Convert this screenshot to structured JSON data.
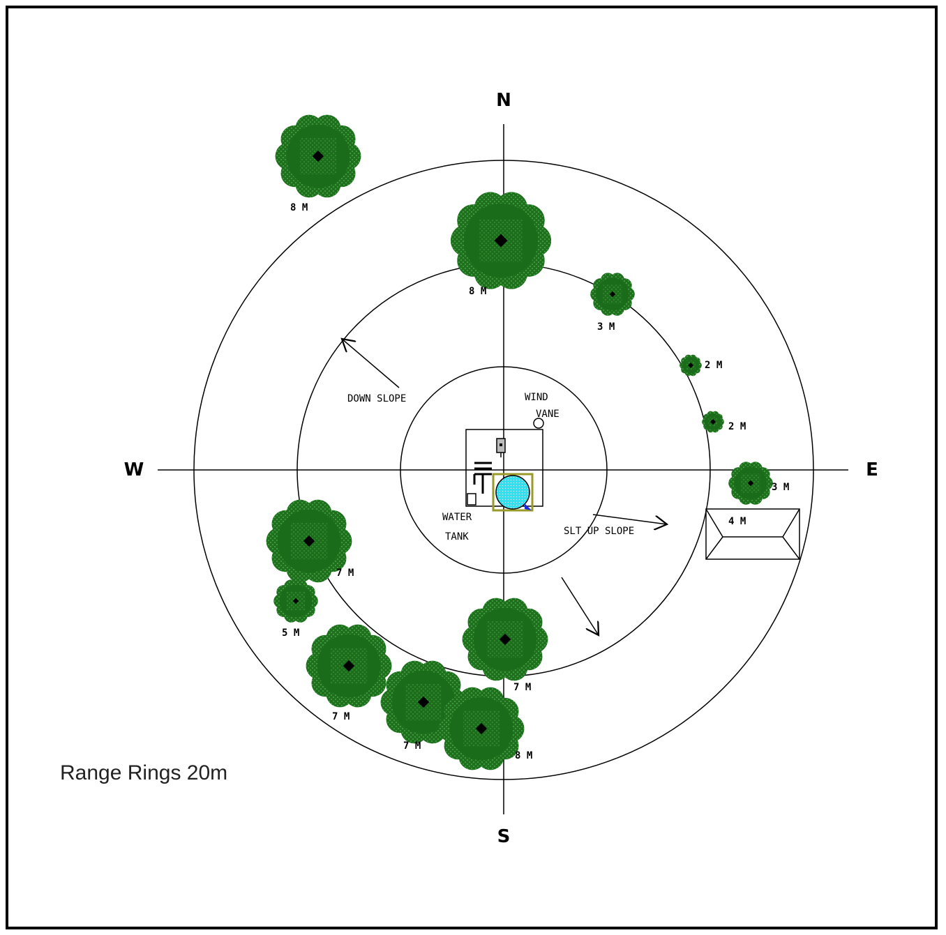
{
  "compass": {
    "north": "N",
    "south": "S",
    "east": "E",
    "west": "W"
  },
  "legend": "Range Rings 20m",
  "annotations": {
    "down_slope": "DOWN SLOPE",
    "slt_up_slope": "SLT UP SLOPE",
    "wind_line1": "WIND",
    "wind_line2": "VANE",
    "tank_line1": "WATER",
    "tank_line2": "TANK"
  },
  "trees": [
    {
      "id": "tree-nw-far",
      "label": "8 M"
    },
    {
      "id": "tree-north",
      "label": "8 M"
    },
    {
      "id": "tree-ne-3m",
      "label": "3 M"
    },
    {
      "id": "tree-e-2m-a",
      "label": "2 M"
    },
    {
      "id": "tree-e-2m-b",
      "label": "2 M"
    },
    {
      "id": "tree-east-3m",
      "label": "3 M"
    },
    {
      "id": "tree-west-7m",
      "label": "7 M"
    },
    {
      "id": "tree-west-5m",
      "label": "5 M"
    },
    {
      "id": "tree-sw-7m",
      "label": "7 M"
    },
    {
      "id": "tree-s-7m-a",
      "label": "7 M"
    },
    {
      "id": "tree-s-8m",
      "label": "8 M"
    },
    {
      "id": "tree-south-7m",
      "label": "7 M"
    }
  ],
  "building": {
    "label": "4 M"
  },
  "colors": {
    "tree_dark": "#1a6b1a",
    "tree_mid": "#2f8f2f",
    "tree_center": "#000000",
    "water": "#33e0f0",
    "tank_border": "#9a9a2a"
  }
}
